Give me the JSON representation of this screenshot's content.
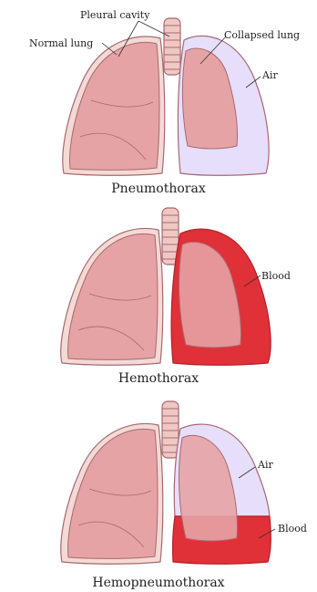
{
  "panels": [
    {
      "title": "Pneumothorax",
      "labels": {
        "pleural_cavity": "Pleural cavity",
        "normal_lung": "Normal lung",
        "collapsed_lung": "Collapsed lung",
        "air": "Air"
      }
    },
    {
      "title": "Hemothorax",
      "labels": {
        "blood": "Blood"
      }
    },
    {
      "title": "Hemopneumothorax",
      "labels": {
        "air": "Air",
        "blood": "Blood"
      }
    }
  ],
  "colors": {
    "lung_fill": "#e6a3a5",
    "lung_edge": "#a86870",
    "pleura_fill": "#f3dad5",
    "air_fill": "#e6defa",
    "blood_fill": "#e03038",
    "trachea_fill": "#efc8c4"
  }
}
